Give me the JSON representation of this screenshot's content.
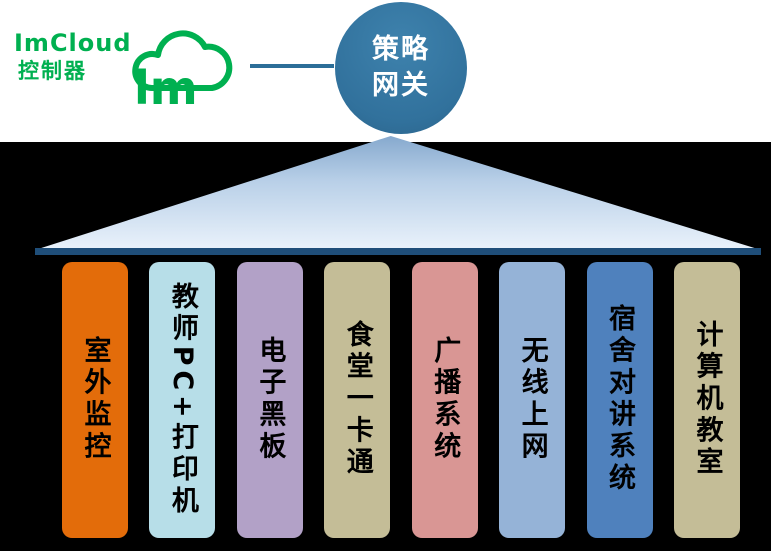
{
  "brand": {
    "line1": "ImCloud",
    "line2": "控制器"
  },
  "cloud": {
    "logo_text": "lm"
  },
  "gateway": {
    "line1": "策略",
    "line2": "网关"
  },
  "columns": [
    {
      "label": "室外监控",
      "color": "#E36C0A"
    },
    {
      "label": "教师PC+打印机",
      "color": "#B7DEE8"
    },
    {
      "label": "电子黑板",
      "color": "#B2A1C7"
    },
    {
      "label": "食堂一卡通",
      "color": "#C4BD97"
    },
    {
      "label": "广播系统",
      "color": "#D99694"
    },
    {
      "label": "无线上网",
      "color": "#95B3D7"
    },
    {
      "label": "宿舍对讲系统",
      "color": "#4F81BD"
    },
    {
      "label": "计算机教室",
      "color": "#C4BD97"
    }
  ],
  "theme": {
    "background": "#000000",
    "top_background": "#FFFFFF",
    "brand_green": "#00B050",
    "gateway_blue": "#31719C",
    "connector": "#2C6E98",
    "funnel_top": "#86A9CE",
    "funnel_bottom": "#EAF2FB",
    "base_bar": "#1F4E79",
    "text_black": "#000000"
  }
}
